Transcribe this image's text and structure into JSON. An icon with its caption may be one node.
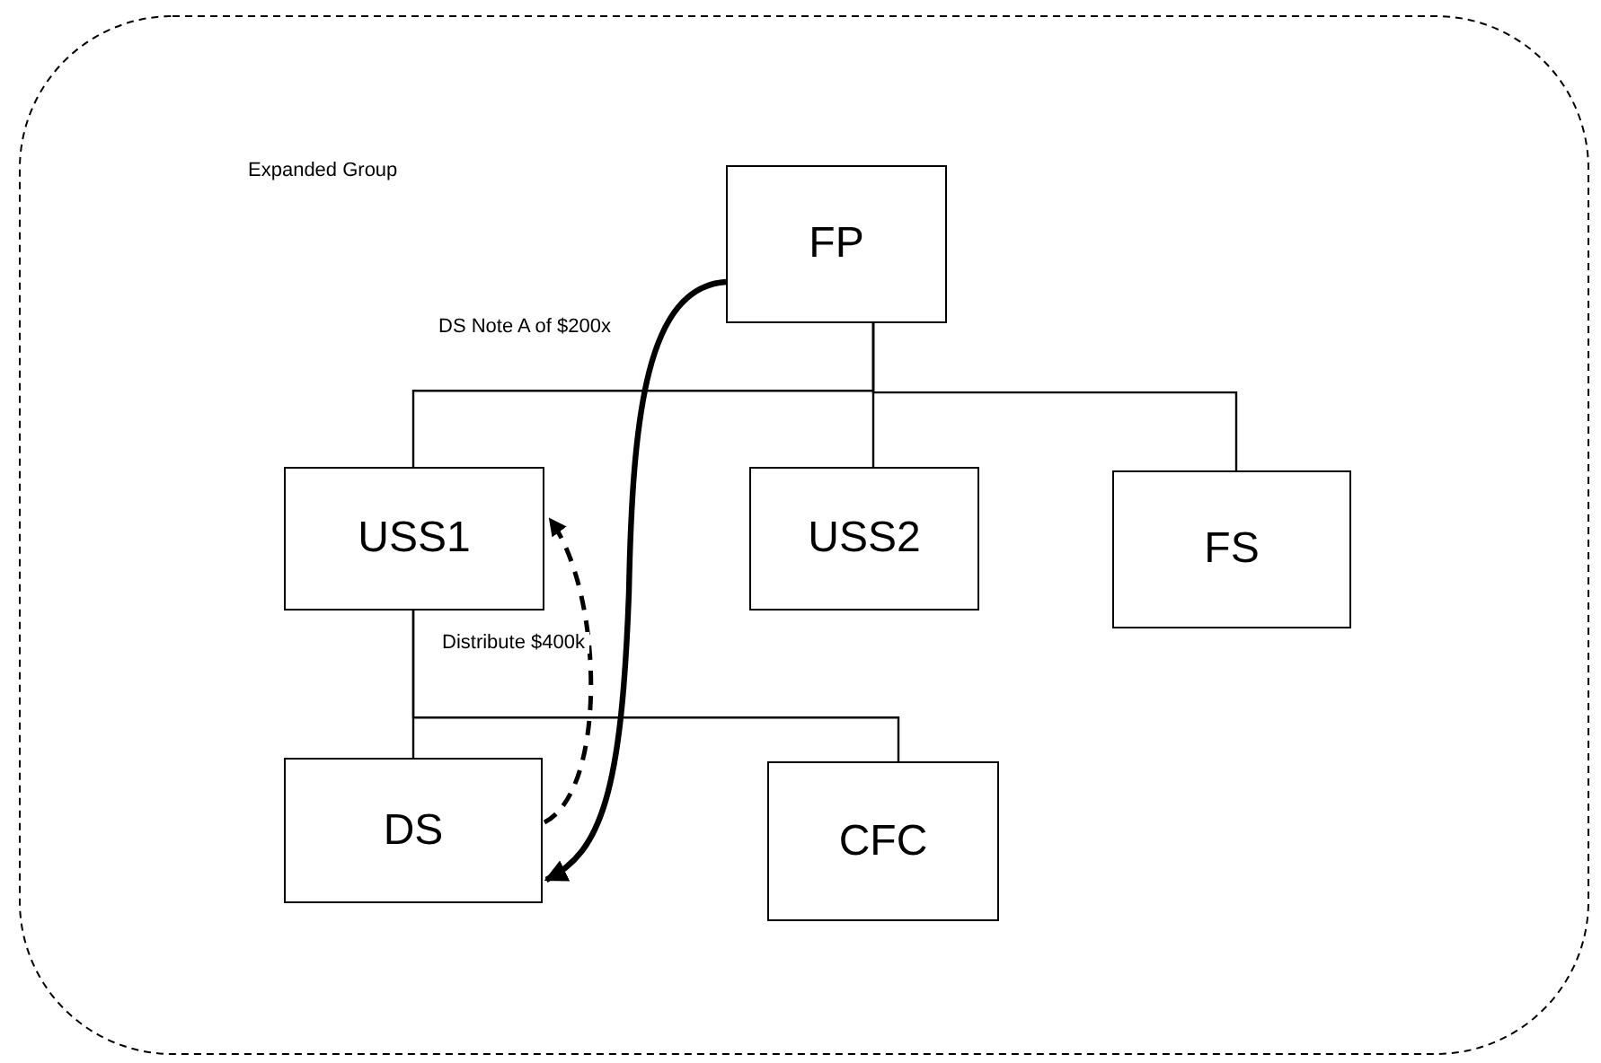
{
  "diagram": {
    "nodes": [
      {
        "text": [
          "Expanded Group"
        ]
      },
      {
        "text": [
          "FP"
        ],
        "in": 0
      },
      {
        "text": [
          "USS1"
        ],
        "in": 0
      },
      {
        "text": [
          "USS2"
        ],
        "in": 0
      },
      {
        "text": [
          "FS"
        ],
        "in": 0
      },
      {
        "text": [
          "DS"
        ],
        "in": 0
      },
      {
        "text": [
          "CFC"
        ],
        "in": 0
      }
    ],
    "edges": [
      {
        "from": 1,
        "to": 2,
        "arrow": "none"
      },
      {
        "from": 1,
        "to": 3,
        "arrow": "none"
      },
      {
        "from": 1,
        "to": 4,
        "arrow": "none"
      },
      {
        "from": 2,
        "to": 5,
        "arrow": "none"
      },
      {
        "from": 2,
        "to": 6,
        "arrow": "none"
      },
      {
        "from": 1,
        "to": 5,
        "arrow": "to",
        "label": "DS Note A of $200x",
        "style": "thick"
      },
      {
        "from": 5,
        "to": 2,
        "arrow": "to",
        "label": "Distribute $400k",
        "style": "dashed"
      }
    ]
  }
}
